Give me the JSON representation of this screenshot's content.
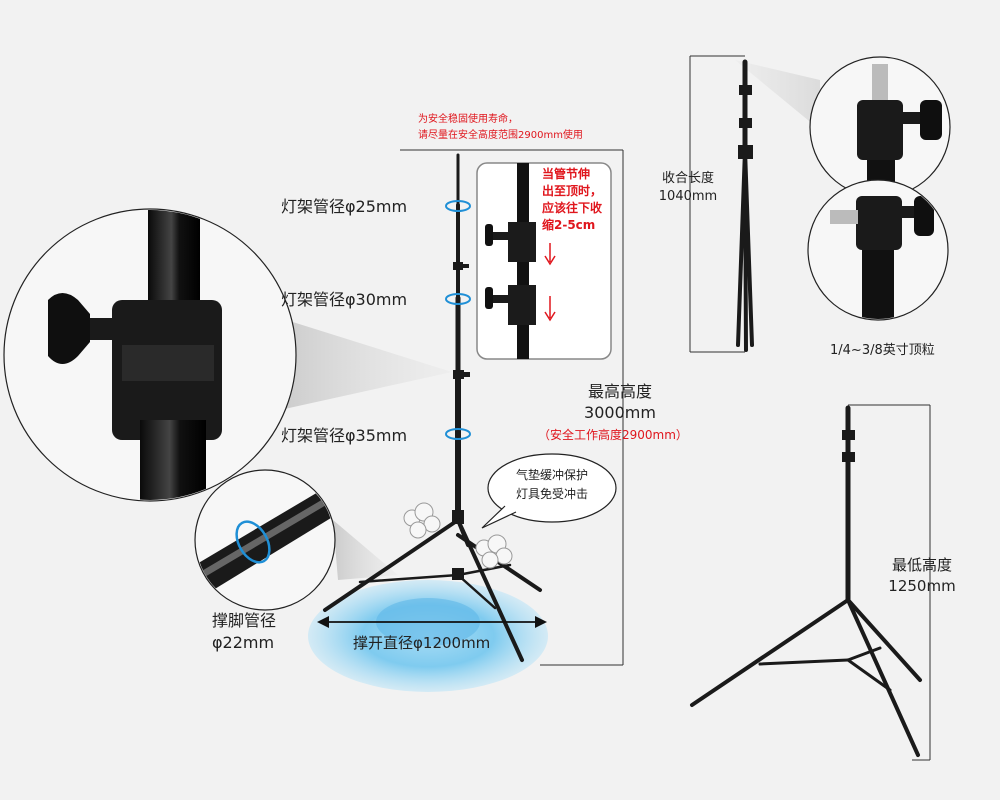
{
  "warning_top": {
    "line1": "为安全稳固使用寿命，",
    "line2": "请尽量在安全高度范围2900mm使用"
  },
  "tube_labels": {
    "tube_25": "灯架管径φ25mm",
    "tube_30": "灯架管径φ30mm",
    "tube_35": "灯架管径φ35mm"
  },
  "max_height": {
    "label": "最高高度",
    "value": "3000mm",
    "safe_note": "（安全工作高度2900mm）"
  },
  "adjust_tip": {
    "line1": "当管节伸",
    "line2": "出至顶时，",
    "line3": "应该往下收",
    "line4": "缩2-5cm"
  },
  "retracted": {
    "label": "收合长度",
    "value": "1040mm"
  },
  "mount_label": "1/4~3/8英寸顶粒",
  "min_height": {
    "label": "最低高度",
    "value": "1250mm"
  },
  "cushion": {
    "line1": "气垫缓冲保护",
    "line2": "灯具免受冲击"
  },
  "leg_tube": {
    "line1": "撑脚管径",
    "line2": "φ22mm"
  },
  "spread_diameter": "撑开直径φ1200mm",
  "colors": {
    "background": "#f2f2f2",
    "warning_red": "#e0161d",
    "rotate_arrow_blue": "#1f8fd6",
    "footprint_blue": "#6bc3ee",
    "stand_black": "#1a1a1a"
  },
  "icons": {
    "rotation_arrow": "rotate-arrow-icon",
    "down_arrow": "down-arrow-icon",
    "air_puff": "cloud-puff-icon"
  }
}
